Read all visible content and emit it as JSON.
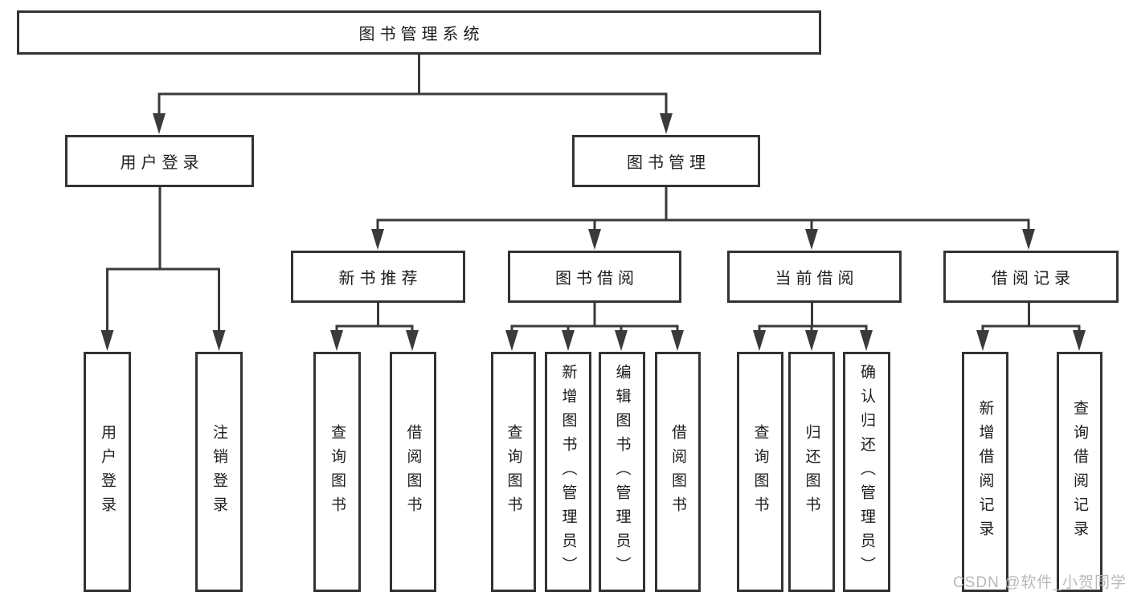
{
  "tree": {
    "label": "图书管理系统",
    "children": [
      {
        "label": "用户登录",
        "children": [
          {
            "label": "用户登录"
          },
          {
            "label": "注销登录"
          }
        ]
      },
      {
        "label": "图书管理",
        "children": [
          {
            "label": "新书推荐",
            "children": [
              {
                "label": "查询图书"
              },
              {
                "label": "借阅图书"
              }
            ]
          },
          {
            "label": "图书借阅",
            "children": [
              {
                "label": "查询图书"
              },
              {
                "label": "新增图书（管理员）"
              },
              {
                "label": "编辑图书（管理员）"
              },
              {
                "label": "借阅图书"
              }
            ]
          },
          {
            "label": "当前借阅",
            "children": [
              {
                "label": "查询图书"
              },
              {
                "label": "归还图书"
              },
              {
                "label": "确认归还（管理员）"
              }
            ]
          },
          {
            "label": "借阅记录",
            "children": [
              {
                "label": "新增借阅记录"
              },
              {
                "label": "查询借阅记录"
              }
            ]
          }
        ]
      }
    ]
  },
  "watermark": "CSDN @软件_小贺同学",
  "colors": {
    "line": "#3a3a3a",
    "box_border": "#333333",
    "text": "#1d1d1d",
    "watermark": "#b8b8b8",
    "background": "#ffffff"
  }
}
